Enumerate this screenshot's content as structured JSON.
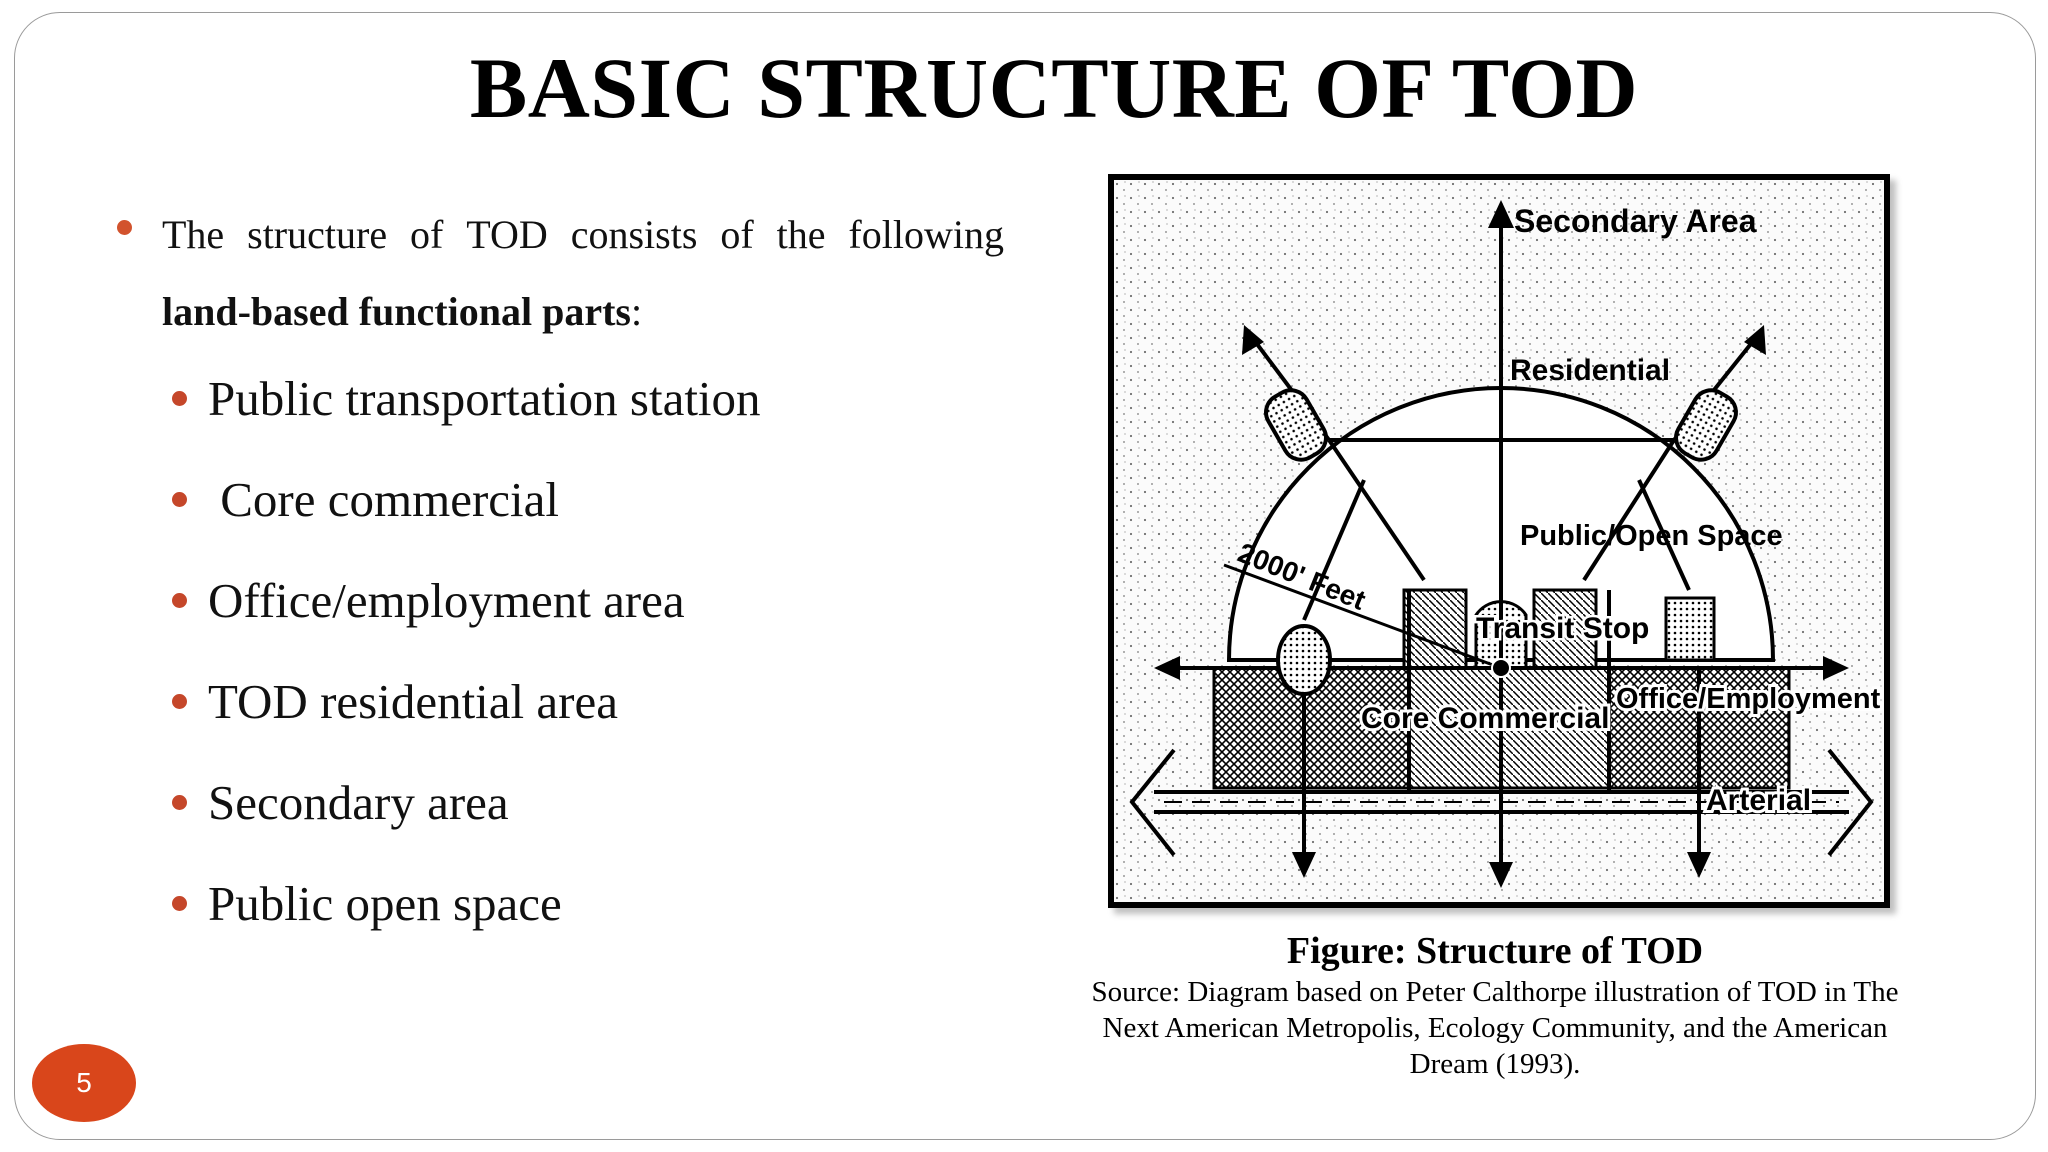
{
  "slide": {
    "title": "BASIC STRUCTURE OF TOD",
    "page_number": "5",
    "accent_color": "#d9461b"
  },
  "content": {
    "intro_words": [
      "The",
      "structure",
      "of",
      "TOD",
      "consists",
      "of",
      "the",
      "following"
    ],
    "intro_bold": "land-based functional parts",
    "intro_suffix": ":",
    "items": [
      "Public transportation station",
      " Core commercial",
      "Office/employment area",
      "TOD residential area",
      "Secondary area",
      "Public open space"
    ]
  },
  "figure": {
    "labels": {
      "secondary_area": "Secondary Area",
      "residential": "Residential",
      "public_open_space": "Public/Open Space",
      "feet": "2000' Feet",
      "transit_stop": "Transit Stop",
      "core_commercial": "Core Commercial",
      "office_employment": "Office/Employment",
      "arterial": "Arterial"
    },
    "caption_title": "Figure: Structure of TOD",
    "caption_source": "Source: Diagram based on Peter Calthorpe illustration of TOD in The Next American Metropolis, Ecology Community, and the American Dream (1993)."
  }
}
